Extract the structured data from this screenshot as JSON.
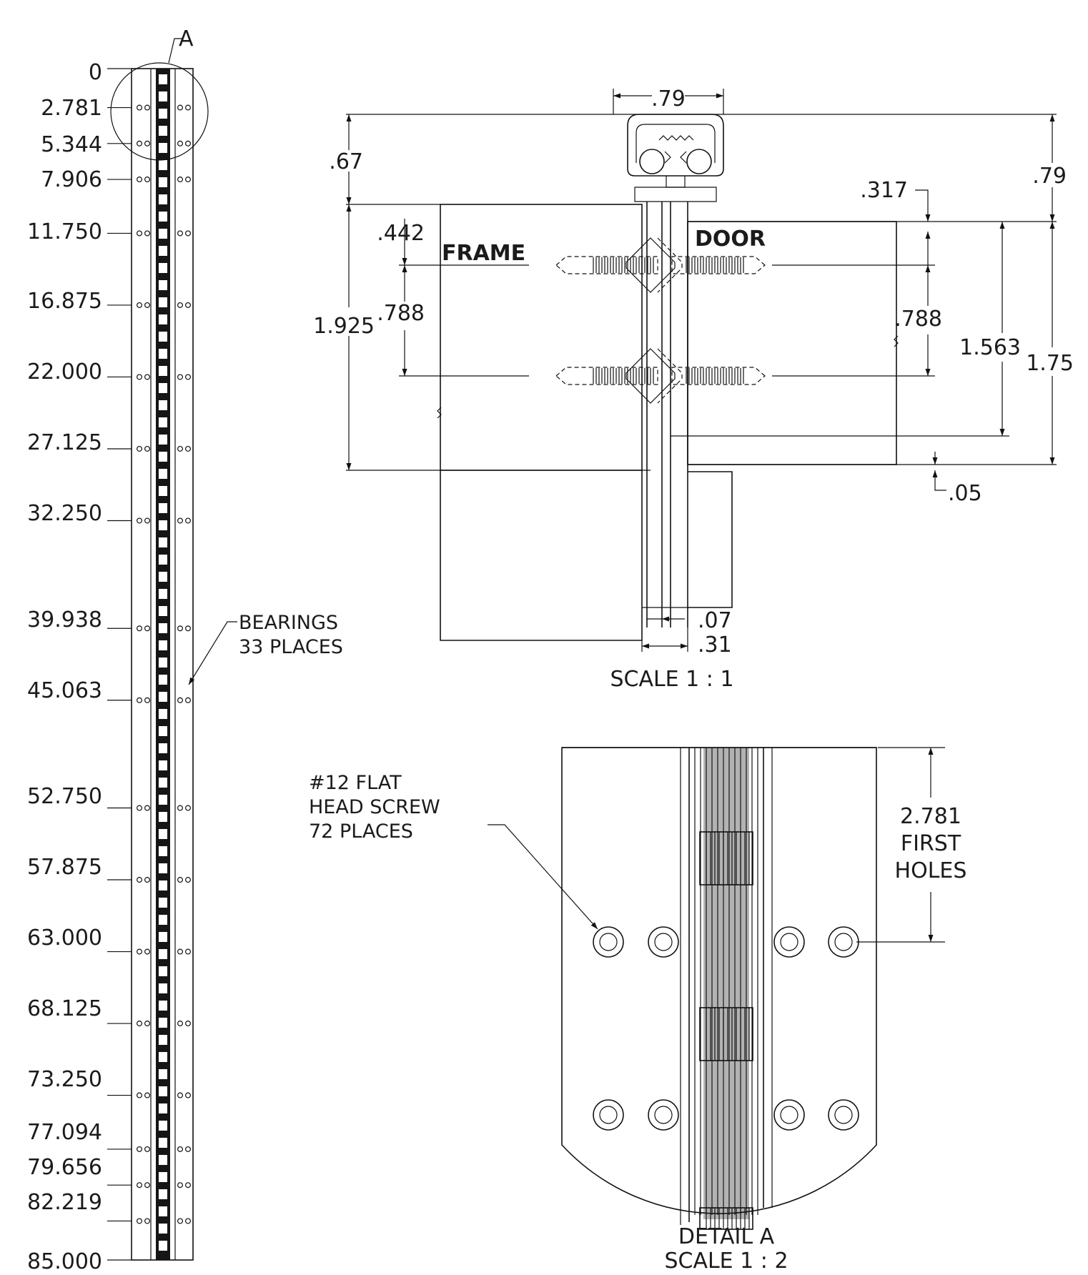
{
  "strip": {
    "detail_tag": "A",
    "stations": [
      "0",
      "2.781",
      "5.344",
      "7.906",
      "11.750",
      "16.875",
      "22.000",
      "27.125",
      "32.250",
      "39.938",
      "45.063",
      "52.750",
      "57.875",
      "63.000",
      "68.125",
      "73.250",
      "77.094",
      "79.656",
      "82.219",
      "85.000"
    ],
    "bearings_line1": "BEARINGS",
    "bearings_line2": "33 PLACES"
  },
  "section": {
    "dims": {
      "top_width": ".79",
      "left_upper": ".67",
      "right_outer": ".79",
      "door_offset": ".317",
      "frame_hole": ".442",
      "overall_left": "1.925",
      "hole_spacing_left": ".788",
      "hole_spacing_right": ".788",
      "door_mid": "1.563",
      "door_overall": "1.75",
      "gap_bottom": ".05",
      "web": ".07",
      "base": ".31"
    },
    "label_frame": "FRAME",
    "label_door": "DOOR",
    "scale": "SCALE 1 : 1"
  },
  "detail": {
    "screw_line1": "#12 FLAT",
    "screw_line2": "HEAD SCREW",
    "screw_line3": "72 PLACES",
    "holes_line1": "2.781",
    "holes_line2": "FIRST",
    "holes_line3": "HOLES",
    "title": "DETAIL A",
    "scale": "SCALE 1 : 2"
  }
}
